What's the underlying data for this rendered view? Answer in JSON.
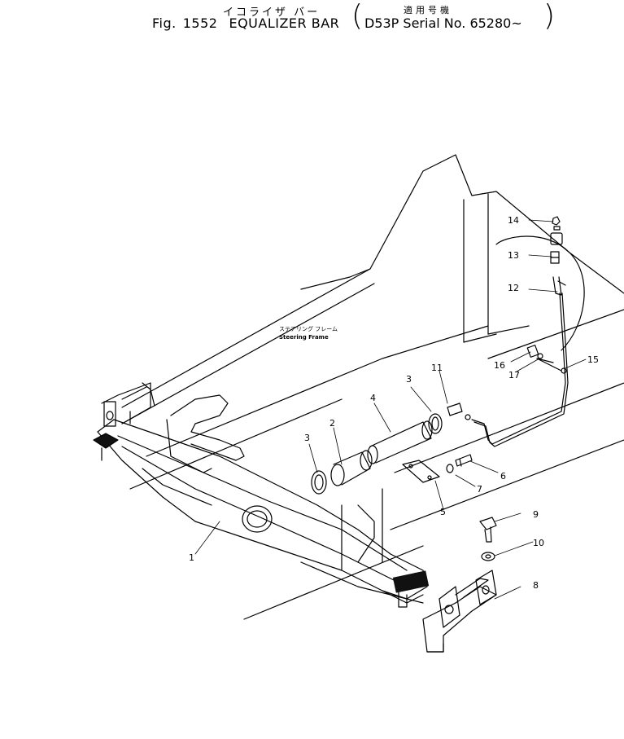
{
  "header": {
    "title_jp": "イコライザ バー",
    "fig_label": "Fig.",
    "fig_number": "1552",
    "title": "EQUALIZER BAR",
    "serial_jp": "適用号機",
    "model": "D53P",
    "serial_label": "Serial No.",
    "serial_range": "65280~"
  },
  "labels": {
    "frame_jp": "ステアリング フレーム",
    "frame_en": "Steering Frame"
  },
  "callouts": [
    "1",
    "2",
    "3",
    "3",
    "4",
    "5",
    "6",
    "7",
    "8",
    "9",
    "10",
    "11",
    "12",
    "13",
    "14",
    "15",
    "16",
    "17"
  ]
}
